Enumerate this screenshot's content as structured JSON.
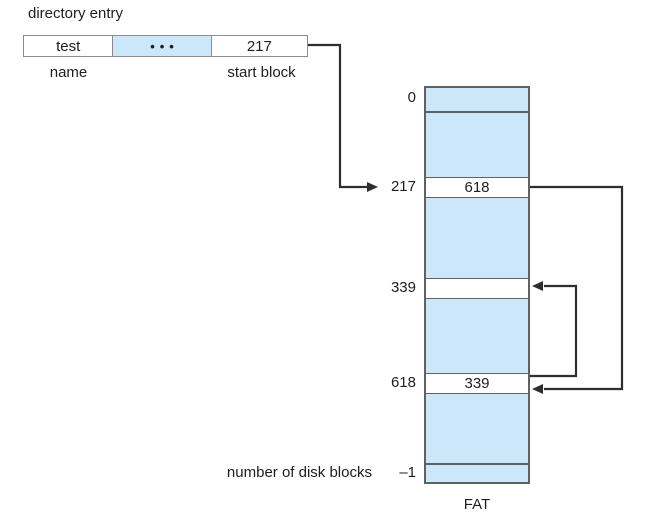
{
  "colors": {
    "cell_fill_blue": "#cbe7f9",
    "record_border_gray": "#8a8c8e",
    "table_border_gray": "#5f6163",
    "arrow_color": "#2e2e30",
    "text_color": "#1e1e20",
    "background": "#ffffff"
  },
  "diagram": {
    "title": "directory entry",
    "directory_entry": {
      "name_value": "test",
      "other_fields_ellipsis": "•••",
      "start_block_value": "217",
      "name_label": "name",
      "start_block_label": "start block"
    },
    "fat": {
      "caption": "FAT",
      "note": "number of disk blocks",
      "entries": [
        {
          "index": "0",
          "value": ""
        },
        {
          "index": "217",
          "value": "618"
        },
        {
          "index": "339",
          "value": ""
        },
        {
          "index": "618",
          "value": "339"
        },
        {
          "index": "–1",
          "value": ""
        }
      ],
      "links": [
        {
          "from": "start block",
          "to": "217"
        },
        {
          "from": "217",
          "to": "618"
        },
        {
          "from": "618",
          "to": "339"
        }
      ]
    }
  }
}
